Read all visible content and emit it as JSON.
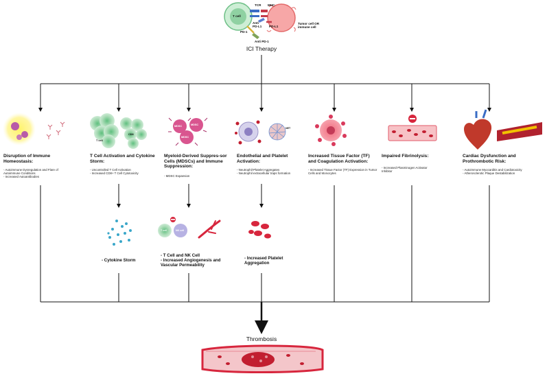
{
  "top": {
    "therapy_label": "ICI Therapy",
    "t_cell": "T cell",
    "tcr": "TCR",
    "mhc": "MHC",
    "anti_pdl1": "Anti PD-L1",
    "pdl1": "PD-L1",
    "pd1": "PD-1",
    "anti_pd1": "Anti PD-1",
    "tumor_cell": "Tumor cell OR immune cell"
  },
  "columns": [
    {
      "title": "Disruption of Immune Homeostasis:",
      "desc": "- Autoimmune Dysregulation and Flare of Autoimmune Conditions\n- Increased Autoantibodies"
    },
    {
      "title": "T Cell Activation and Cytokine Storm:",
      "desc": "- Uncontrolled T Cell Activation\n- Increased CD8+ T Cell Cytotoxicity"
    },
    {
      "title": "Myeloid-Derived Suppres-sor Cells (MDSCs) and Immune Suppression:",
      "desc": "- MDSC Expansion"
    },
    {
      "title": "Endothelial and Platelet Activation:",
      "desc": "- Neutrophil-Platelet Aggregates\n- Neutrophil extracellular traps formation"
    },
    {
      "title": "Increased Tissue Factor (TF) and Coagulation Activation:",
      "desc": "- Increased Tissue Factor (TF) Expression in Tumor Cells and Monocytes"
    },
    {
      "title": "Impaired Fibrinolysis:",
      "desc": "- Increased Plasminogen Activator Inhibitor"
    },
    {
      "title": "Cardiac Dysfunction and Prothrombotic Risk:",
      "desc": "- Autoimmune Myocarditis and Cardiotoxicity\n- Atherosclerotic Plaque Destabilization"
    }
  ],
  "secondary": [
    {
      "text": "- Cytokine Storm"
    },
    {
      "text": "- T Cell and NK Cell\n- Increased Angiogenesis and Vascular Permeability"
    },
    {
      "text": "- Increased Platelet Aggregation"
    }
  ],
  "icon_labels": {
    "tcell_small": "T cell",
    "cd8": "CD8",
    "mdsc": "MDSC",
    "nk_cell": "NK cell",
    "net": "NET"
  },
  "outcome": "Thrombosis",
  "colors": {
    "line": "#111111",
    "tcell": "#a8dcb8",
    "tumor": "#f08080",
    "mdsc": "#d9558f",
    "platelet": "#c21e30",
    "vessel": "#e05a6a"
  }
}
